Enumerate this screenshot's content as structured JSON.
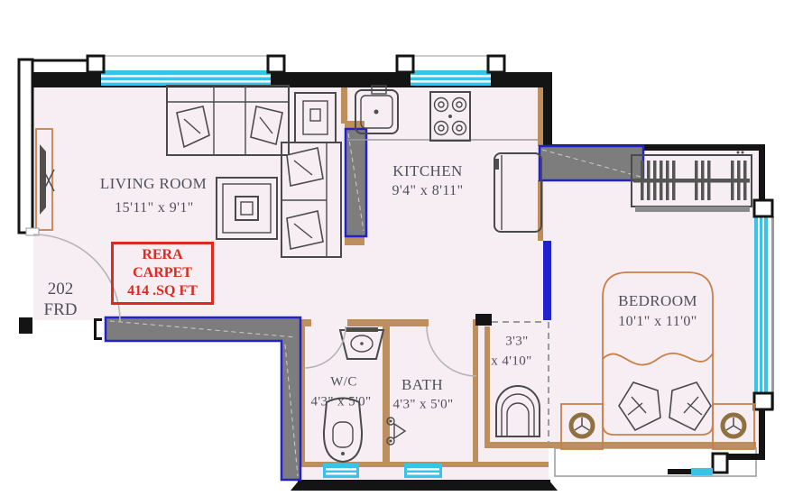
{
  "rooms": {
    "living_room": {
      "name": "LIVING ROOM",
      "dims": "15'11\" x 9'1\""
    },
    "kitchen": {
      "name": "KITCHEN",
      "dims": "9'4\" x 8'11\""
    },
    "bedroom": {
      "name": "BEDROOM",
      "dims": "10'1\" x 11'0\""
    },
    "wc": {
      "name": "W/C",
      "dims": "4'3\" x 5'0\""
    },
    "bath": {
      "name": "BATH",
      "dims": "4'3\" x 5'0\""
    },
    "passage": {
      "dims_line1": "3'3\"",
      "dims_line2": "x 4'10\""
    }
  },
  "unit_label": {
    "line1": "202",
    "line2": "FRD"
  },
  "rera": {
    "line1": "RERA CARPET",
    "line2": "414 .SQ FT"
  },
  "colors": {
    "floor": "#f7eef3",
    "wall": "#141414",
    "tan": "#bd8e5e",
    "cyan": "#38c4e9",
    "blue": "#2222cd",
    "slab": "#7d7d7d",
    "orange": "#c8814a",
    "furn": "#4a4a4a",
    "red": "#d92b20",
    "text": "#50505a"
  }
}
